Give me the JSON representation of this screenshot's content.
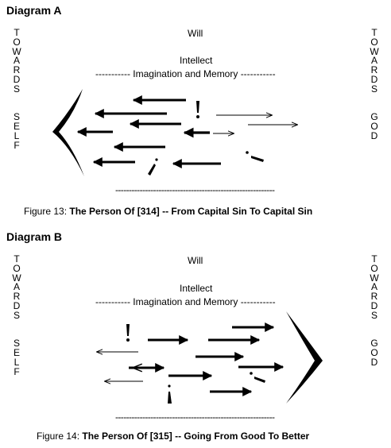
{
  "diagrams": [
    {
      "title": "Diagram A",
      "will": "Will",
      "intellect": "Intellect",
      "imagination": "----------- Imagination and Memory -----------",
      "bottom_dashes": "-----------------------------------------------------------",
      "left_letters": [
        "T",
        "O",
        "W",
        "A",
        "R",
        "D",
        "S",
        "",
        "",
        "S",
        "E",
        "L",
        "F"
      ],
      "right_letters": [
        "T",
        "O",
        "W",
        "A",
        "R",
        "D",
        "S",
        "",
        "",
        "G",
        "O",
        "D"
      ],
      "caption_prefix": "Figure 13:  ",
      "caption_bold": "The Person Of [314] -- From Capital Sin To Capital Sin"
    },
    {
      "title": "Diagram B",
      "will": "Will",
      "intellect": "Intellect",
      "imagination": "----------- Imagination and Memory -----------",
      "bottom_dashes": "-----------------------------------------------------------",
      "left_letters": [
        "T",
        "O",
        "W",
        "A",
        "R",
        "D",
        "S",
        "",
        "",
        "S",
        "E",
        "L",
        "F"
      ],
      "right_letters": [
        "T",
        "O",
        "W",
        "A",
        "R",
        "D",
        "S",
        "",
        "",
        "G",
        "O",
        "D"
      ],
      "caption_prefix": "Figure 14:  ",
      "caption_bold": "The Person Of [315] -- Going From Good To Better"
    }
  ]
}
